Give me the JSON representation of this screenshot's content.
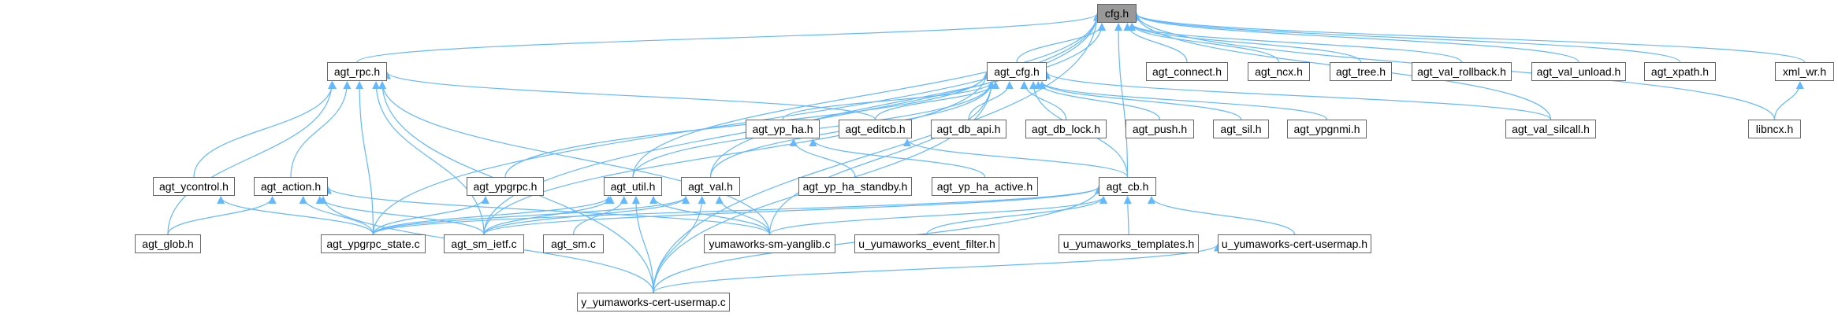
{
  "graph": {
    "root": "cfg.h",
    "edge_color": "#63b8ff",
    "nodes": [
      {
        "id": "cfg",
        "label": "cfg.h"
      },
      {
        "id": "agt_rpc",
        "label": "agt_rpc.h"
      },
      {
        "id": "agt_cfg",
        "label": "agt_cfg.h"
      },
      {
        "id": "agt_connect",
        "label": "agt_connect.h"
      },
      {
        "id": "agt_ncx",
        "label": "agt_ncx.h"
      },
      {
        "id": "agt_tree",
        "label": "agt_tree.h"
      },
      {
        "id": "agt_val_rollback",
        "label": "agt_val_rollback.h"
      },
      {
        "id": "agt_val_unload",
        "label": "agt_val_unload.h"
      },
      {
        "id": "agt_xpath",
        "label": "agt_xpath.h"
      },
      {
        "id": "xml_wr",
        "label": "xml_wr.h"
      },
      {
        "id": "agt_yp_ha",
        "label": "agt_yp_ha.h"
      },
      {
        "id": "agt_editcb",
        "label": "agt_editcb.h"
      },
      {
        "id": "agt_db_api",
        "label": "agt_db_api.h"
      },
      {
        "id": "agt_db_lock",
        "label": "agt_db_lock.h"
      },
      {
        "id": "agt_push",
        "label": "agt_push.h"
      },
      {
        "id": "agt_sil",
        "label": "agt_sil.h"
      },
      {
        "id": "agt_ypgnmi",
        "label": "agt_ypgnmi.h"
      },
      {
        "id": "agt_val_silcall",
        "label": "agt_val_silcall.h"
      },
      {
        "id": "libncx",
        "label": "libncx.h"
      },
      {
        "id": "agt_ycontrol",
        "label": "agt_ycontrol.h"
      },
      {
        "id": "agt_action",
        "label": "agt_action.h"
      },
      {
        "id": "agt_ypgrpc",
        "label": "agt_ypgrpc.h"
      },
      {
        "id": "agt_util",
        "label": "agt_util.h"
      },
      {
        "id": "agt_val",
        "label": "agt_val.h"
      },
      {
        "id": "agt_yp_ha_standby",
        "label": "agt_yp_ha_standby.h"
      },
      {
        "id": "agt_yp_ha_active",
        "label": "agt_yp_ha_active.h"
      },
      {
        "id": "agt_cb",
        "label": "agt_cb.h"
      },
      {
        "id": "agt_glob",
        "label": "agt_glob.h"
      },
      {
        "id": "agt_ypgrpc_state",
        "label": "agt_ypgrpc_state.c"
      },
      {
        "id": "agt_sm_ietf",
        "label": "agt_sm_ietf.c"
      },
      {
        "id": "agt_sm",
        "label": "agt_sm.c"
      },
      {
        "id": "yumaworks_sm_yanglib",
        "label": "yumaworks-sm-yanglib.c"
      },
      {
        "id": "u_event_filter",
        "label": "u_yumaworks_event_filter.h"
      },
      {
        "id": "u_templates",
        "label": "u_yumaworks_templates.h"
      },
      {
        "id": "u_cert_usermap",
        "label": "u_yumaworks-cert-usermap.h"
      },
      {
        "id": "y_cert_usermap",
        "label": "y_yumaworks-cert-usermap.c"
      }
    ],
    "edges": [
      [
        "agt_rpc",
        "cfg"
      ],
      [
        "agt_cfg",
        "cfg"
      ],
      [
        "agt_connect",
        "cfg"
      ],
      [
        "agt_ncx",
        "cfg"
      ],
      [
        "agt_tree",
        "cfg"
      ],
      [
        "agt_val_rollback",
        "cfg"
      ],
      [
        "agt_val_unload",
        "cfg"
      ],
      [
        "agt_xpath",
        "cfg"
      ],
      [
        "xml_wr",
        "cfg"
      ],
      [
        "libncx",
        "cfg"
      ],
      [
        "agt_util",
        "cfg"
      ],
      [
        "agt_val",
        "cfg"
      ],
      [
        "agt_val_silcall",
        "cfg"
      ],
      [
        "agt_cb",
        "cfg"
      ],
      [
        "agt_sm_ietf",
        "cfg"
      ],
      [
        "agt_ypgrpc_state",
        "cfg"
      ],
      [
        "y_cert_usermap",
        "cfg"
      ],
      [
        "agt_ycontrol",
        "agt_rpc"
      ],
      [
        "agt_action",
        "agt_rpc"
      ],
      [
        "agt_ypgrpc_state",
        "agt_rpc"
      ],
      [
        "agt_sm_ietf",
        "agt_rpc"
      ],
      [
        "agt_glob",
        "agt_rpc"
      ],
      [
        "y_cert_usermap",
        "agt_rpc"
      ],
      [
        "agt_editcb",
        "agt_rpc"
      ],
      [
        "yumaworks_sm_yanglib",
        "agt_rpc"
      ],
      [
        "agt_yp_ha",
        "agt_cfg"
      ],
      [
        "agt_editcb",
        "agt_cfg"
      ],
      [
        "agt_db_api",
        "agt_cfg"
      ],
      [
        "agt_db_lock",
        "agt_cfg"
      ],
      [
        "agt_push",
        "agt_cfg"
      ],
      [
        "agt_sil",
        "agt_cfg"
      ],
      [
        "agt_ypgnmi",
        "agt_cfg"
      ],
      [
        "agt_val_silcall",
        "agt_cfg"
      ],
      [
        "agt_util",
        "agt_cfg"
      ],
      [
        "agt_val",
        "agt_cfg"
      ],
      [
        "agt_ypgrpc",
        "agt_cfg"
      ],
      [
        "agt_sm_ietf",
        "agt_cfg"
      ],
      [
        "agt_cb",
        "agt_cfg"
      ],
      [
        "y_cert_usermap",
        "agt_cfg"
      ],
      [
        "yumaworks_sm_yanglib",
        "agt_cfg"
      ],
      [
        "agt_yp_ha_standby",
        "agt_yp_ha"
      ],
      [
        "agt_yp_ha_active",
        "agt_yp_ha"
      ],
      [
        "agt_cb",
        "agt_editcb"
      ],
      [
        "agt_glob",
        "agt_action"
      ],
      [
        "agt_ypgrpc_state",
        "agt_action"
      ],
      [
        "agt_sm_ietf",
        "agt_action"
      ],
      [
        "y_cert_usermap",
        "agt_action"
      ],
      [
        "yumaworks_sm_yanglib",
        "agt_action"
      ],
      [
        "agt_ypgrpc_state",
        "agt_ycontrol"
      ],
      [
        "agt_ypgrpc_state",
        "agt_ypgrpc"
      ],
      [
        "agt_ypgrpc_state",
        "agt_util"
      ],
      [
        "agt_sm_ietf",
        "agt_util"
      ],
      [
        "agt_sm",
        "agt_util"
      ],
      [
        "yumaworks_sm_yanglib",
        "agt_util"
      ],
      [
        "y_cert_usermap",
        "agt_util"
      ],
      [
        "agt_ypgrpc_state",
        "agt_val"
      ],
      [
        "agt_sm_ietf",
        "agt_val"
      ],
      [
        "yumaworks_sm_yanglib",
        "agt_val"
      ],
      [
        "y_cert_usermap",
        "agt_val"
      ],
      [
        "agt_ypgrpc_state",
        "agt_cb"
      ],
      [
        "agt_sm_ietf",
        "agt_cb"
      ],
      [
        "yumaworks_sm_yanglib",
        "agt_cb"
      ],
      [
        "u_event_filter",
        "agt_cb"
      ],
      [
        "u_templates",
        "agt_cb"
      ],
      [
        "u_cert_usermap",
        "agt_cb"
      ],
      [
        "y_cert_usermap",
        "agt_cb"
      ],
      [
        "y_cert_usermap",
        "u_cert_usermap"
      ],
      [
        "libncx",
        "xml_wr"
      ]
    ]
  }
}
